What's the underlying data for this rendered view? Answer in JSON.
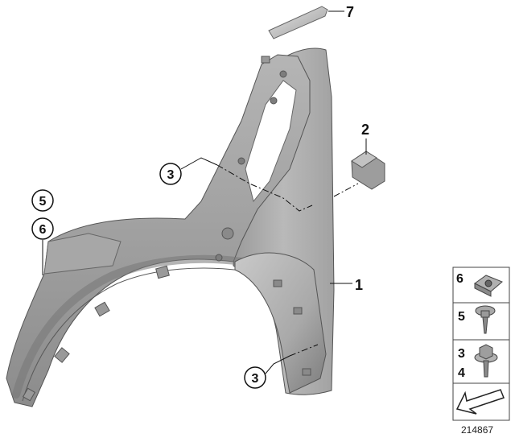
{
  "diagram": {
    "callouts": {
      "part_1": "1",
      "part_2": "2",
      "part_3_upper": "3",
      "part_3_lower": "3",
      "part_5": "5",
      "part_6": "6",
      "part_7": "7"
    },
    "legend": {
      "row_6": "6",
      "row_5": "5",
      "row_3": "3",
      "row_4": "4"
    },
    "reference_number": "214867"
  }
}
